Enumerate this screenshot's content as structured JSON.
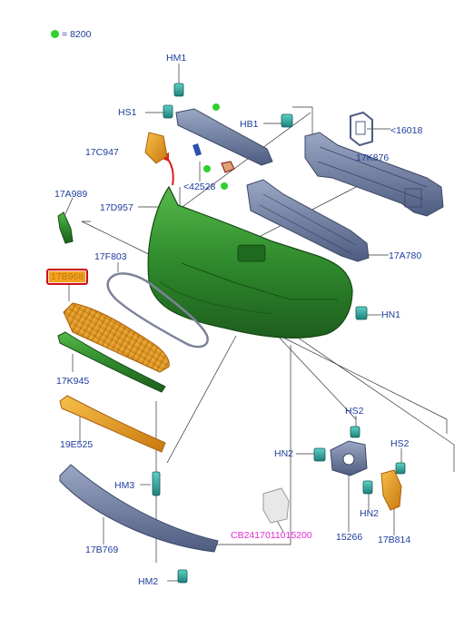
{
  "legend": {
    "symbol": "=",
    "value": "8200",
    "dot_color": "#2fd12f"
  },
  "parts": {
    "hm1": "HM1",
    "hs1": "HS1",
    "hb1": "HB1",
    "p16018": "<16018",
    "p17c947": "17C947",
    "p17k876": "17K876",
    "p42528": "<42528",
    "p17a989": "17A989",
    "p17d957": "17D957",
    "p17f803": "17F803",
    "p17a780": "17A780",
    "p17b968": "17B968",
    "hn1": "HN1",
    "p17k945": "17K945",
    "hs2a": "HS2",
    "p19e525": "19E525",
    "hn2a": "HN2",
    "hs2b": "HS2",
    "hm3": "HM3",
    "hn2b": "HN2",
    "cb": "CB2417011015200",
    "p15266": "15266",
    "p17b814": "17B814",
    "p17b769": "17B769",
    "hm2": "HM2"
  },
  "colors": {
    "label": "#1e3c9c",
    "label_alt": "#e62ad8",
    "highlight_fill": "#f5a31c",
    "highlight_border": "#c9121d",
    "bumper": "#2e8a2e",
    "steel": "#5f6f92",
    "orange_part": "#e59b1d",
    "clip": "#2aa8a0"
  }
}
